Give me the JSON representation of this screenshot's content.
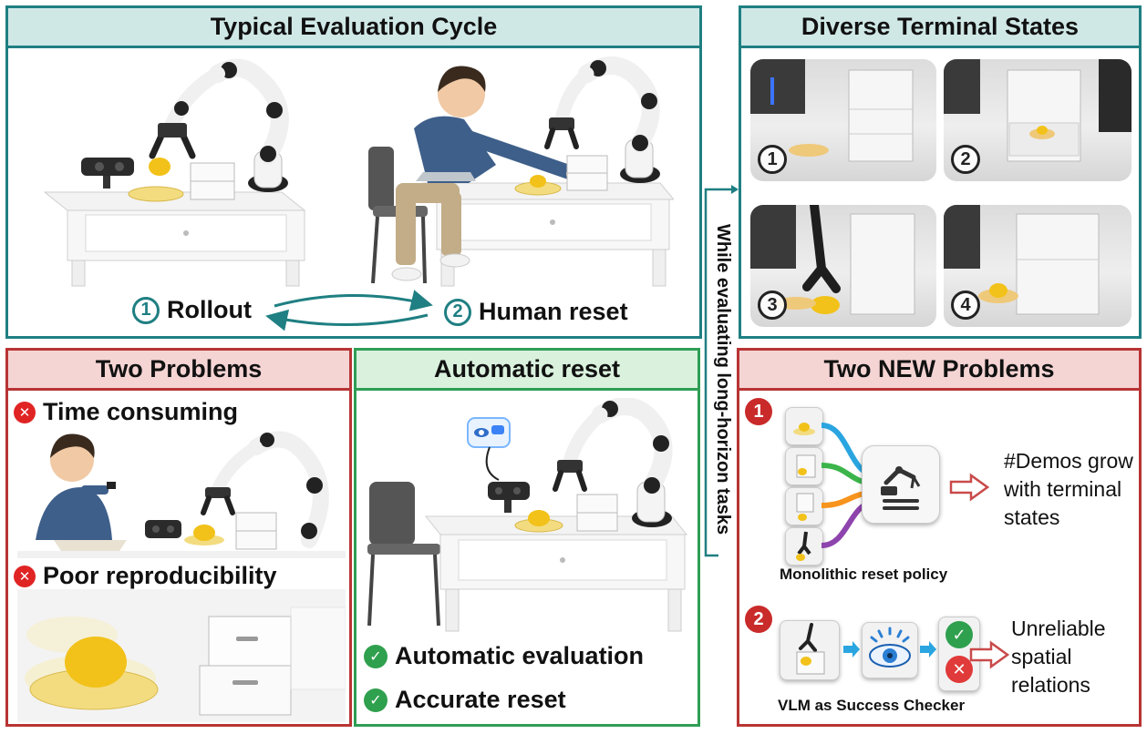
{
  "cycle": {
    "title": "Typical Evaluation Cycle",
    "step1_num": "1",
    "step1_label": "Rollout",
    "step2_num": "2",
    "step2_label": "Human reset"
  },
  "terminal": {
    "title": "Diverse Terminal States",
    "states": [
      "1",
      "2",
      "3",
      "4"
    ]
  },
  "side_label": "While evaluating long-horizon tasks",
  "problems": {
    "title": "Two Problems",
    "items": [
      {
        "icon": "x-icon",
        "label": "Time consuming"
      },
      {
        "icon": "x-icon",
        "label": "Poor reproducibility"
      }
    ]
  },
  "auto": {
    "title": "Automatic reset",
    "items": [
      {
        "icon": "check-icon",
        "label": "Automatic evaluation"
      },
      {
        "icon": "check-icon",
        "label": "Accurate reset"
      }
    ]
  },
  "new_problems": {
    "title": "Two NEW Problems",
    "p1_num": "1",
    "p1_caption": "Monolithic reset policy",
    "p1_text": "#Demos grow with terminal states",
    "p2_num": "2",
    "p2_caption": "VLM as Success Checker",
    "p2_text": "Unreliable spatial relations"
  },
  "colors": {
    "teal": "#1f7f82",
    "red": "#b83434",
    "green": "#2f9e55",
    "flow_blue": "#2aa5e0",
    "flow_green": "#3bb54a",
    "flow_orange": "#f7941d",
    "flow_purple": "#8e44ad"
  }
}
